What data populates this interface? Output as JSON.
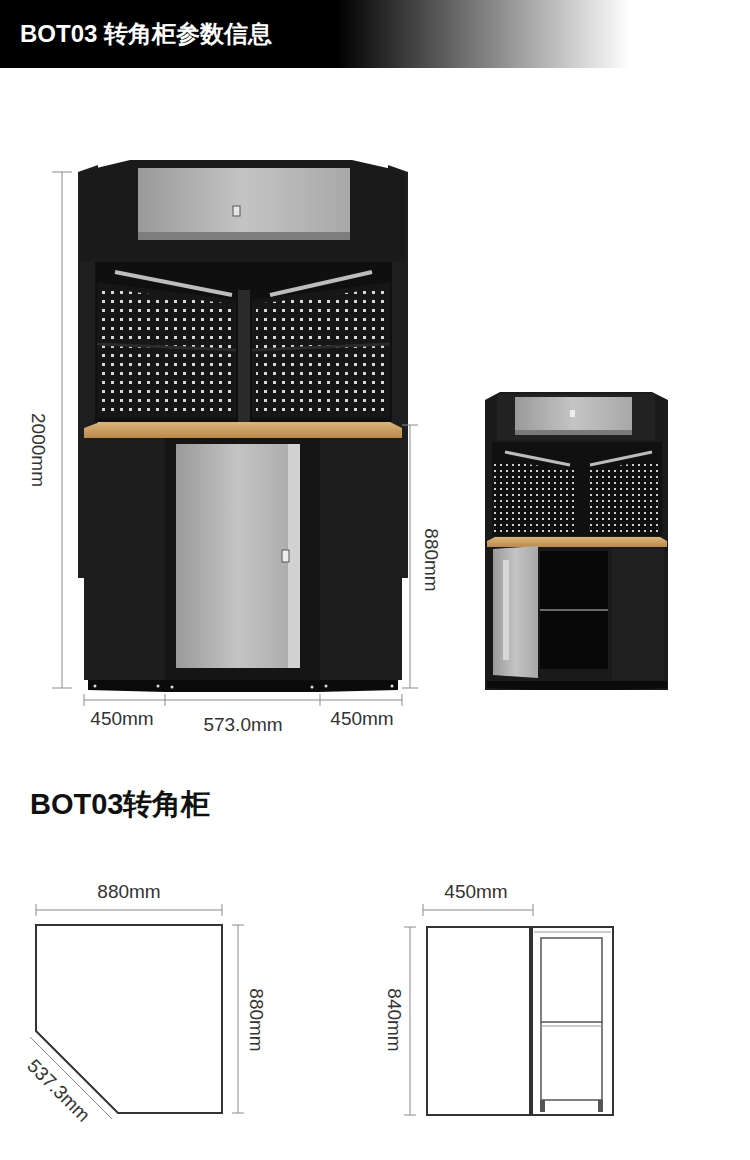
{
  "diagram": {
    "title": "BOT03 转角柜参数信息",
    "labels": [
      "2000mm",
      "880mm",
      "450mm",
      "573.0mm",
      "450mm",
      "BOT03转角柜",
      "880mm",
      "450mm",
      "880mm",
      "537.3mm",
      "840mm"
    ]
  }
}
